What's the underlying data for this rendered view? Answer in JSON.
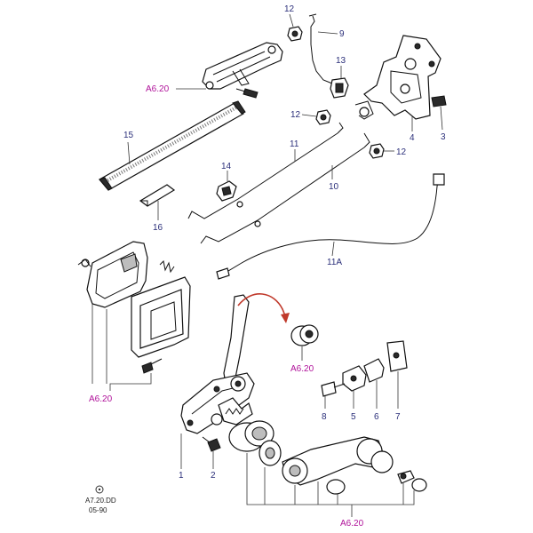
{
  "callouts": {
    "n1": "1",
    "n2": "2",
    "n3": "3",
    "n4": "4",
    "n5": "5",
    "n6": "6",
    "n7": "7",
    "n8": "8",
    "n9": "9",
    "n10": "10",
    "n11": "11",
    "n11a": "11A",
    "n12a": "12",
    "n12b": "12",
    "n12c": "12",
    "n13": "13",
    "n14": "14",
    "n15": "15",
    "n16": "16"
  },
  "references": {
    "top_handle": "A6.20",
    "inner_handle": "A6.20",
    "regulator_knob": "A6.20",
    "bottom_group": "A6.20"
  },
  "footer": {
    "code": "A7.20.DD",
    "date": "05-90"
  },
  "colors": {
    "callout_number": "#2b2f7a",
    "reference_text": "#b0129a",
    "curved_arrow": "#c0392b",
    "line_art": "#111111"
  }
}
